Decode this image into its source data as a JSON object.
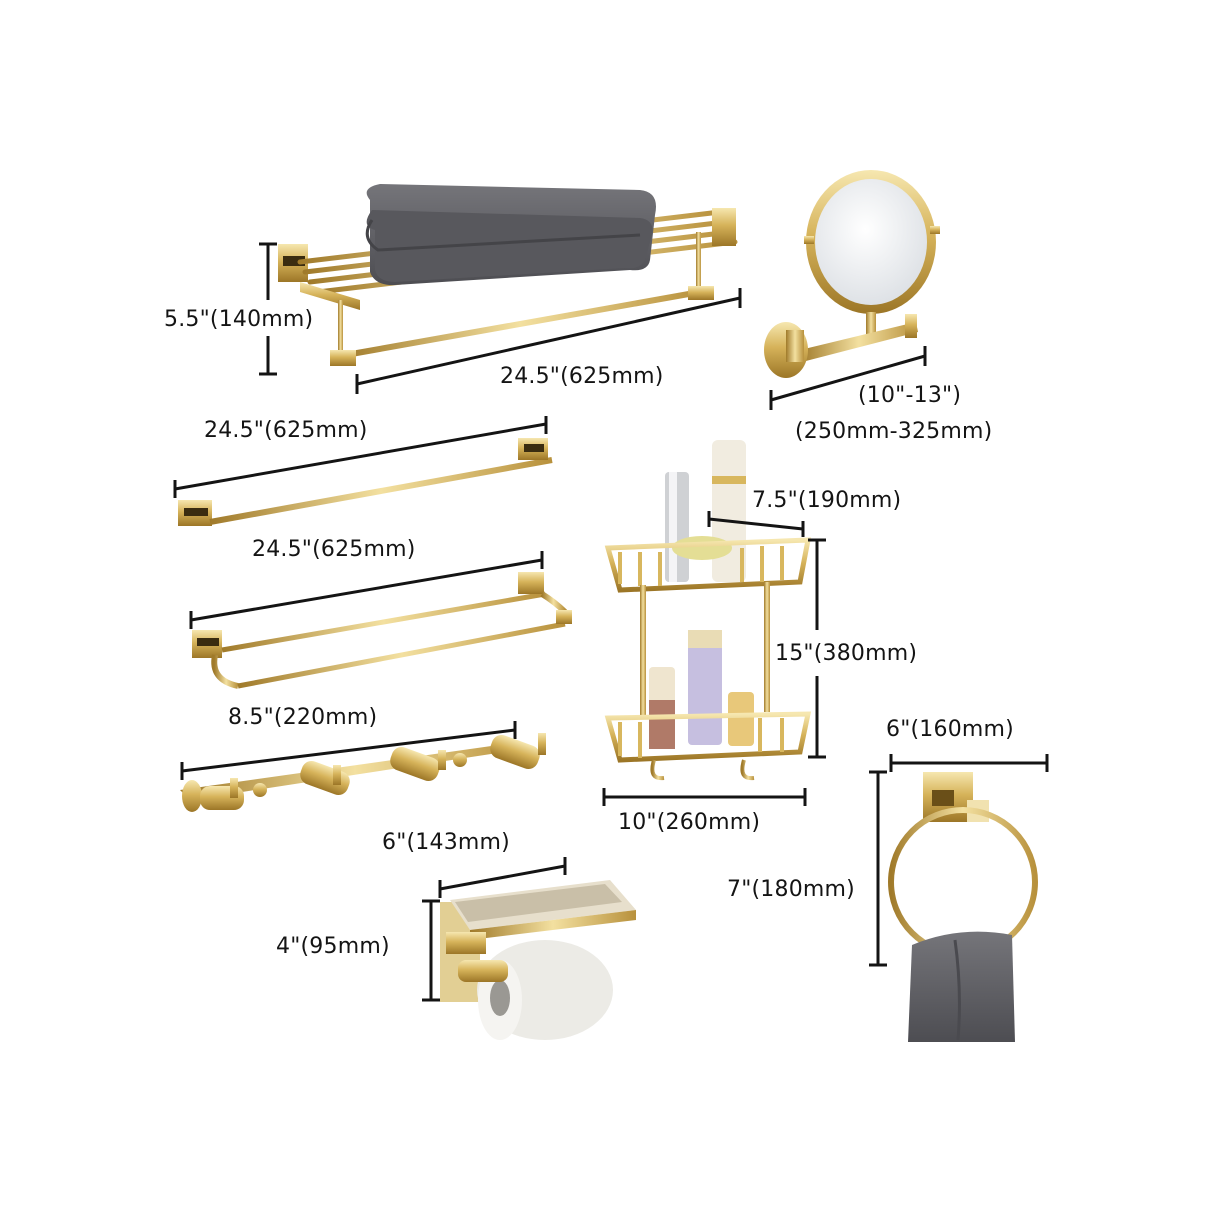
{
  "colors": {
    "background": "#ffffff",
    "gold": "#d8b75e",
    "gold_dark": "#a8822e",
    "gold_light": "#f3e2a8",
    "towel": "#5f5f63",
    "dimension_line": "#141414",
    "mirror": "#eef0f2",
    "paper": "#ecebe6"
  },
  "products": [
    {
      "id": "towel-shelf",
      "name": "Towel shelf with bar",
      "dimensions": {
        "height": "5.5\"(140mm)",
        "width": "24.5\"(625mm)"
      }
    },
    {
      "id": "magnifying-mirror",
      "name": "Wall-mounted extendable mirror",
      "dimensions": {
        "reach_in": "(10\"-13\")",
        "reach_mm": "(250mm-325mm)"
      }
    },
    {
      "id": "single-towel-bar",
      "name": "Single towel bar",
      "dimensions": {
        "width": "24.5\"(625mm)"
      }
    },
    {
      "id": "double-towel-bar",
      "name": "Double towel bar",
      "dimensions": {
        "width": "24.5\"(625mm)"
      }
    },
    {
      "id": "robe-hooks",
      "name": "Four-hook rail",
      "dimensions": {
        "width": "8.5\"(220mm)"
      }
    },
    {
      "id": "corner-shelf",
      "name": "Two-tier corner basket",
      "dimensions": {
        "depth": "7.5\"(190mm)",
        "height": "15\"(380mm)",
        "width": "10\"(260mm)"
      }
    },
    {
      "id": "towel-ring",
      "name": "Towel ring",
      "dimensions": {
        "width": "6\"(160mm)",
        "height": "7\"(180mm)"
      }
    },
    {
      "id": "toilet-paper-holder",
      "name": "Toilet paper holder with phone shelf",
      "dimensions": {
        "width": "6\"(143mm)",
        "height": "4\"(95mm)"
      }
    }
  ]
}
